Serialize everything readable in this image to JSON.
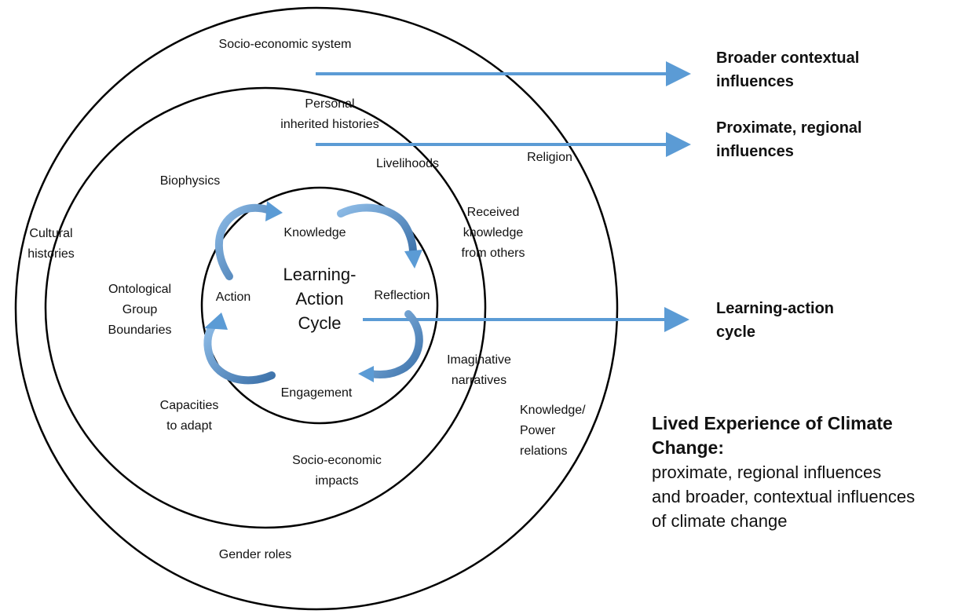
{
  "colors": {
    "circle_stroke": "#000000",
    "arrow": "#5b9bd5",
    "cycle_arrow_light": "#7fb0de",
    "cycle_arrow_dark": "#3a6ea5"
  },
  "outer_ring": {
    "labels": {
      "socio_economic_system": "Socio-economic system",
      "cultural_histories": "Cultural\nhistories",
      "religion": "Religion",
      "knowledge_power": "Knowledge/\nPower\nrelations",
      "gender_roles": "Gender roles"
    }
  },
  "middle_ring": {
    "labels": {
      "personal_histories": "Personal\ninherited histories",
      "livelihoods": "Livelihoods",
      "biophysics": "Biophysics",
      "received_knowledge": "Received\nknowledge\nfrom others",
      "ontological": "Ontological\nGroup\nBoundaries",
      "imaginative": "Imaginative\nnarratives",
      "capacities": "Capacities\nto adapt",
      "socio_impacts": "Socio-economic\nimpacts"
    }
  },
  "inner_cycle": {
    "title": "Learning-\nAction\nCycle",
    "stages": {
      "knowledge": "Knowledge",
      "reflection": "Reflection",
      "engagement": "Engagement",
      "action": "Action"
    }
  },
  "legend": {
    "broader": "Broader contextual\ninfluences",
    "proximate": "Proximate, regional\ninfluences",
    "cycle": "Learning-action\ncycle"
  },
  "summary": {
    "title": "Lived Experience of Climate\nChange:",
    "text": "proximate, regional influences\nand broader, contextual influences\nof climate change"
  }
}
